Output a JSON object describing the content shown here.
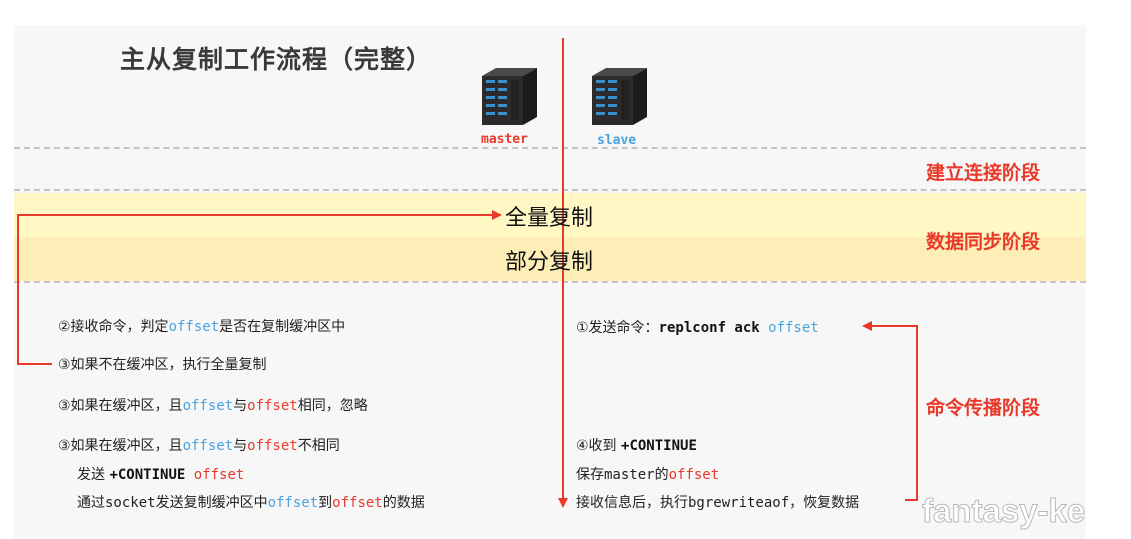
{
  "title": "主从复制工作流程（完整）",
  "servers": {
    "master_label": "master",
    "slave_label": "slave"
  },
  "stages": {
    "connect": "建立连接阶段",
    "sync": "数据同步阶段",
    "propagate": "命令传播阶段"
  },
  "bands": {
    "full": "全量复制",
    "partial": "部分复制"
  },
  "master_steps": {
    "step2": {
      "a": "②接收命令，判定",
      "b": "offset",
      "c": "是否在复制缓冲区中"
    },
    "step3a": {
      "a": "③如果不在缓冲区，执行全量复制"
    },
    "step3b": {
      "a": "③如果在缓冲区，且",
      "b": "offset",
      "c": "与",
      "d": "offset",
      "e": "相同，忽略"
    },
    "step3c": {
      "a": "③如果在缓冲区，且",
      "b": "offset",
      "c": "与",
      "d": "offset",
      "e": "不相同"
    },
    "send": {
      "a": "发送 ",
      "b": "+CONTINUE",
      "c": " offset"
    },
    "socket": {
      "a": "通过",
      "b": "socket",
      "c": "发送复制缓冲区中",
      "d": "offset",
      "e": "到",
      "f": "offset",
      "g": "的数据"
    }
  },
  "slave_steps": {
    "step1": {
      "a": "①发送命令：",
      "b": "replconf ack",
      "c": " offset"
    },
    "step4": {
      "a": "④收到 ",
      "b": "+CONTINUE"
    },
    "save": {
      "a": "保存",
      "b": "master",
      "c": "的",
      "d": "offset"
    },
    "recv": {
      "a": "接收信息后，执行",
      "b": "bgrewriteaof",
      "c": "，恢复数据"
    }
  },
  "watermark": "fantasy-ke",
  "colors": {
    "accent_red": "#e8392a",
    "offset_blue": "#4aa3df",
    "band_yellow": "#fff7c4",
    "band_orange": "#fdeeb8",
    "dash_gray": "#c4c4c4"
  }
}
